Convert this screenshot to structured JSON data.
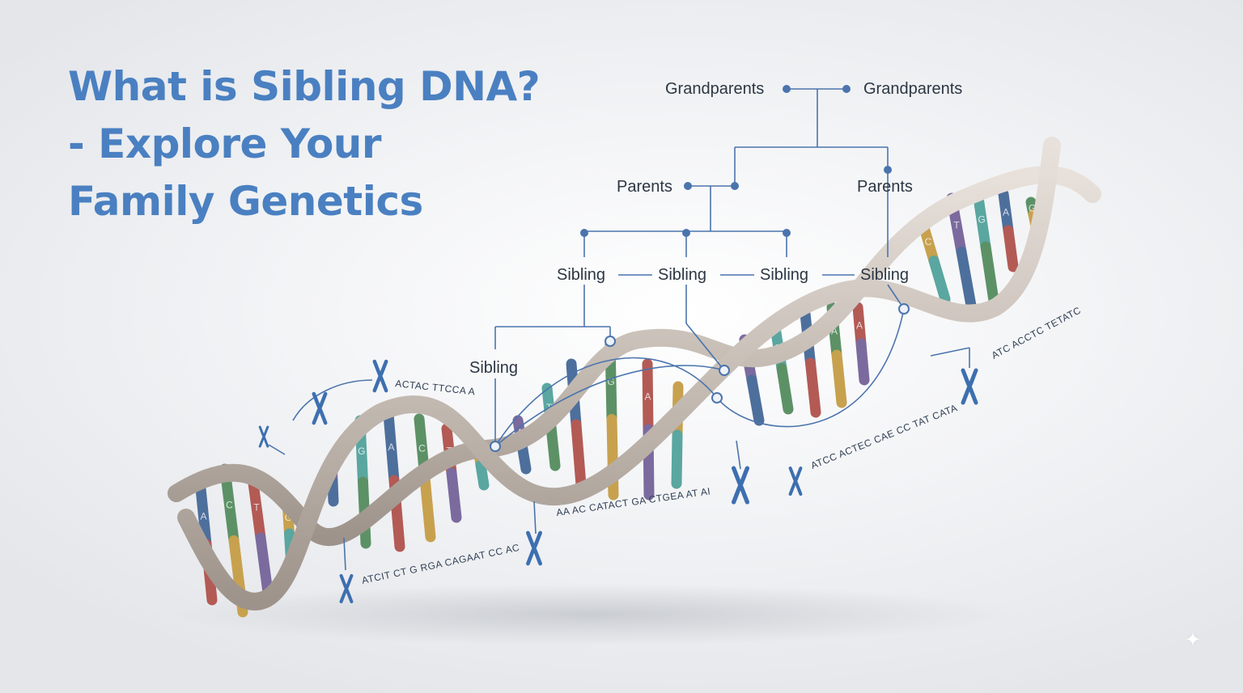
{
  "title": {
    "line1": "What is Sibling DNA?",
    "line2": "- Explore Your",
    "line3": "Family Genetics"
  },
  "tree": {
    "grandparent_left": "Grandparents",
    "grandparent_right": "Grandparents",
    "parent_left": "Parents",
    "parent_right": "Parents",
    "sibling_1": "Sibling",
    "sibling_2": "Sibling",
    "sibling_3": "Sibling",
    "sibling_4": "Sibling",
    "sibling_5": "Sibling"
  },
  "sequences": {
    "seq_1": "ACTAC TTCCA A",
    "seq_2": "ATCIT CT G RGA CAGAAT CC AC",
    "seq_3": "AA AC CATACT GA CTGEA AT AI",
    "seq_4": "ATCC ACTEC CAE CC TAT CATA",
    "seq_5": "ATC ACCTC TETATC"
  },
  "base_letters": [
    "A",
    "C",
    "T",
    "G",
    "A",
    "G",
    "A",
    "C",
    "T",
    "C",
    "A",
    "T",
    "C",
    "G",
    "A",
    "T",
    "C",
    "T",
    "G",
    "A"
  ],
  "colors": {
    "title": "#4a80c1",
    "tree_line": "#4b74ad",
    "backbone": "#cfc6bf",
    "base_blue": "#4d6f9c",
    "base_red": "#b35a55",
    "base_green": "#5c9166",
    "base_yellow": "#c7a14e",
    "base_purple": "#7b6a9e",
    "base_teal": "#5aa6a0"
  },
  "icons": [
    "chromosome-icon",
    "sparkle-icon"
  ],
  "sparkle": "✦"
}
